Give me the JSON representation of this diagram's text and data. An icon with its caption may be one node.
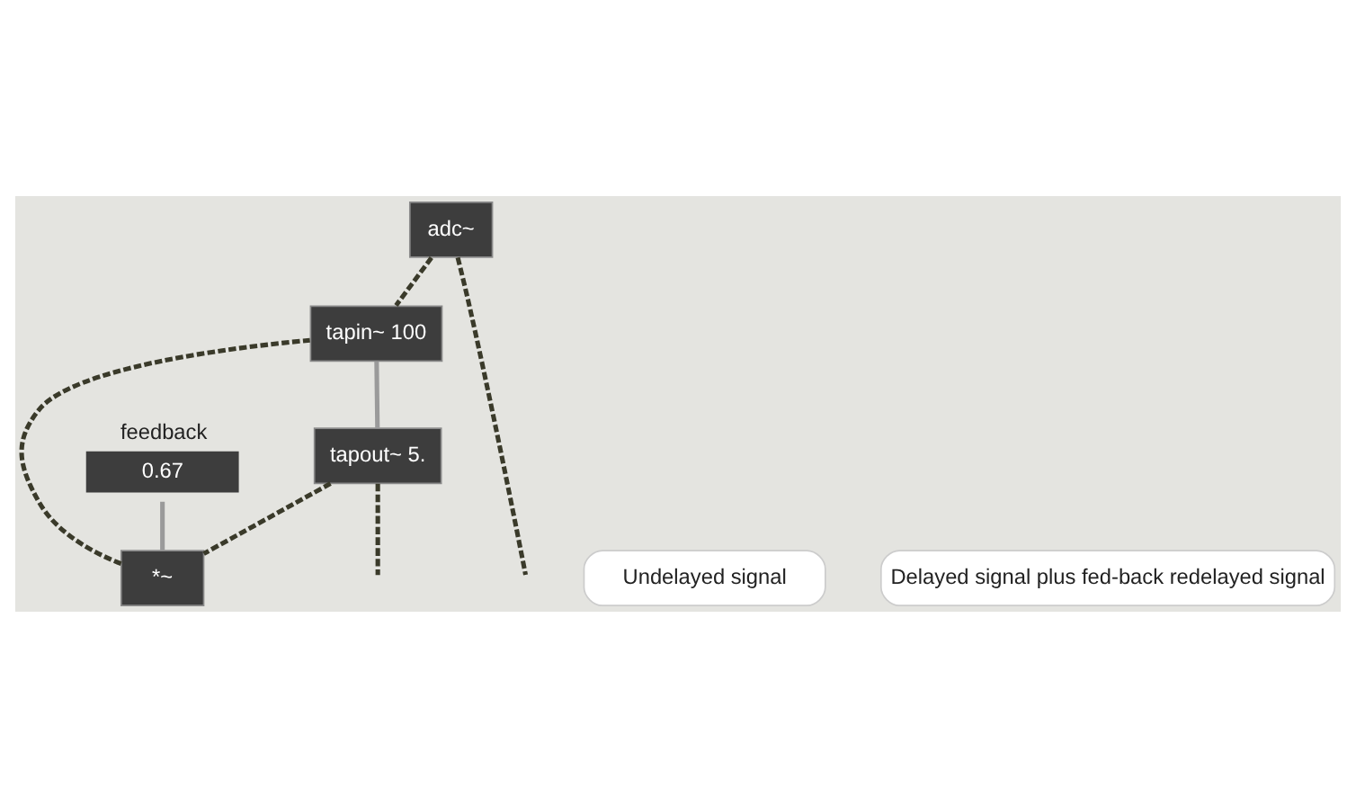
{
  "diagram": {
    "nodes": [
      {
        "text": [
          "adc~"
        ]
      },
      {
        "text": [
          "tapin~ 100"
        ]
      },
      {
        "text": [
          "tapout~ 5."
        ]
      },
      {
        "text": [
          "0.67"
        ],
        "beside": [
          "feedback"
        ]
      },
      {
        "text": [
          "*~"
        ]
      },
      {
        "text": [
          "Undelayed signal"
        ]
      },
      {
        "text": [
          "Delayed signal plus fed-back redelayed signal"
        ]
      }
    ],
    "edges": [
      {
        "from": 0,
        "to": 1,
        "arrow": "none",
        "style": "dashed"
      },
      {
        "from": 0,
        "to": null,
        "arrow": "none",
        "style": "dashed"
      },
      {
        "from": 1,
        "to": 2,
        "arrow": "none",
        "color": "#9a9a9a"
      },
      {
        "from": 2,
        "to": 4,
        "arrow": "none",
        "style": "dashed"
      },
      {
        "from": 2,
        "to": null,
        "arrow": "none",
        "style": "dashed"
      },
      {
        "from": 3,
        "to": 4,
        "arrow": "none",
        "color": "#9a9a9a"
      },
      {
        "from": 4,
        "to": 1,
        "arrow": "none",
        "style": "dashed"
      }
    ]
  }
}
